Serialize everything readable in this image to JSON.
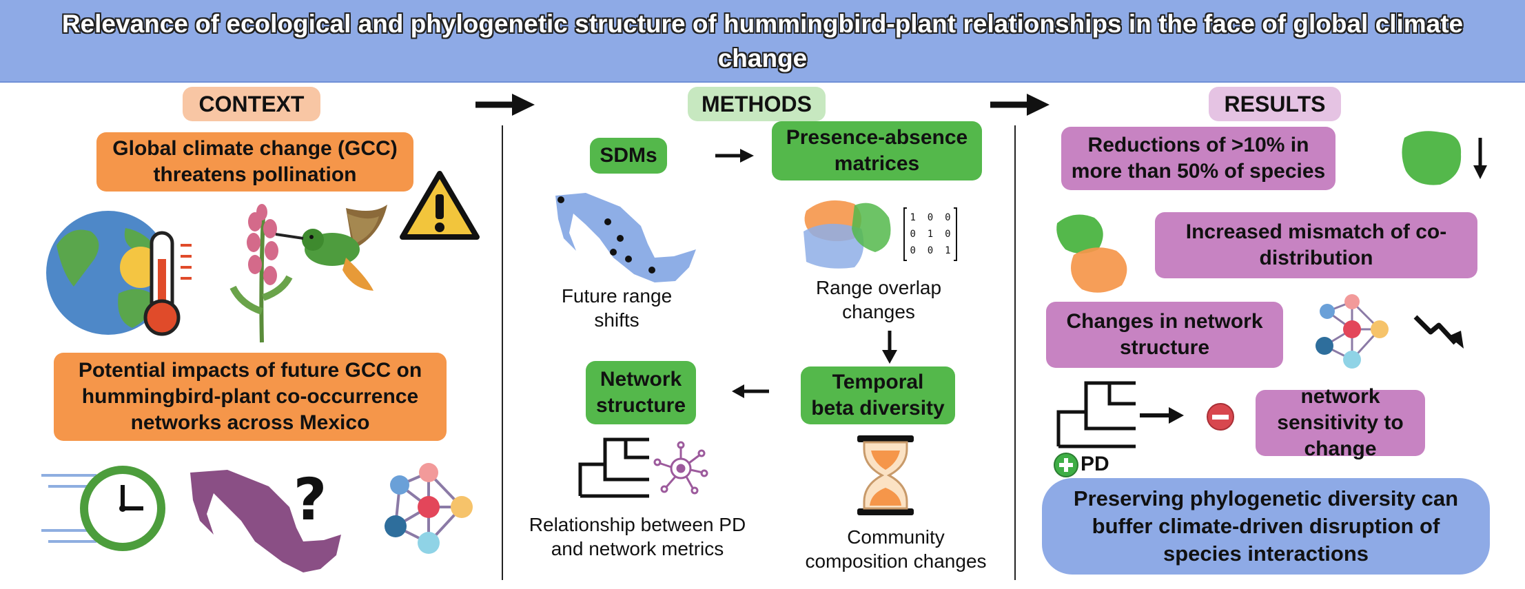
{
  "title": "Relevance of ecological and phylogenetic structure of hummingbird-plant relationships in the face of global climate change",
  "context": {
    "header": "CONTEXT",
    "gcc_box": "Global climate change (GCC) threatens pollination",
    "impacts_box": "Potential impacts of future GCC on hummingbird-plant co-occurrence networks across Mexico"
  },
  "methods": {
    "header": "METHODS",
    "sdms_box": "SDMs",
    "presence_box": "Presence-absence matrices",
    "future_range": "Future range shifts",
    "range_overlap": "Range overlap changes",
    "temporal_box": "Temporal beta diversity",
    "network_box": "Network structure",
    "relationship": "Relationship between PD and network metrics",
    "community": "Community composition changes",
    "matrix_rows": [
      [
        "1",
        "0",
        "0"
      ],
      [
        "0",
        "1",
        "0"
      ],
      [
        "0",
        "0",
        "1"
      ]
    ]
  },
  "results": {
    "header": "RESULTS",
    "reductions_box": "Reductions of >10% in more than 50% of species",
    "mismatch_box": "Increased mismatch of co-distribution",
    "network_changes_box": "Changes in network structure",
    "sensitivity_box": "network sensitivity to change",
    "pd_label": "PD",
    "conclusion": "Preserving phylogenetic diversity can buffer climate-driven disruption of species interactions"
  },
  "icons": {
    "warning": "warning-triangle-icon",
    "earth": "earth-thermometer-icon",
    "plant": "flower-plant-icon",
    "bird": "hummingbird-icon",
    "clock": "fast-clock-icon",
    "mexico": "mexico-map-icon",
    "question": "question-mark-icon",
    "network": "network-graph-icon",
    "hourglass": "hourglass-icon",
    "tree": "phylogenetic-tree-icon",
    "hub": "hub-network-icon",
    "minus": "minus-circle-icon",
    "plus": "plus-circle-icon",
    "trend_down": "trend-down-icon"
  },
  "colors": {
    "banner": "#8eaae6",
    "orange": "#f5964a",
    "green": "#54b84b",
    "purple": "#c783c2",
    "conclusion": "#8eaae6"
  }
}
